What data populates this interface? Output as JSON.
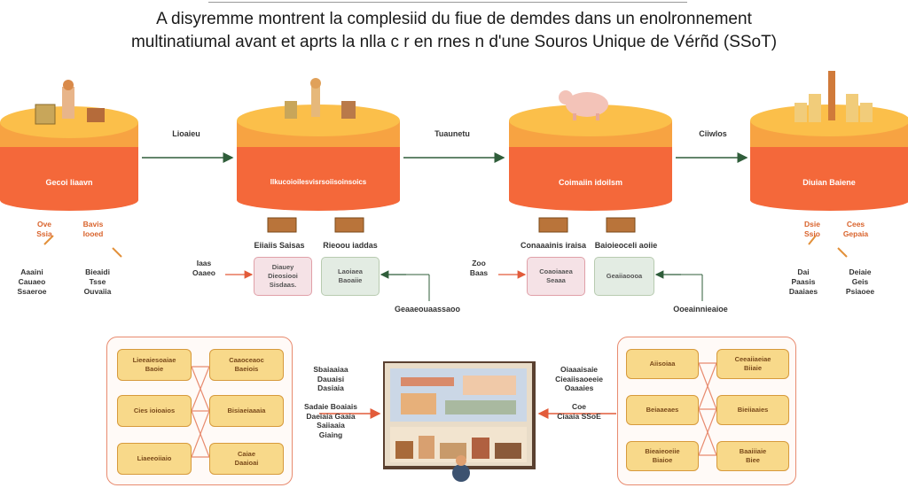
{
  "title": {
    "line1": "A disyremme montrent la complesiid du fiue de demdes dans un enolronnement",
    "line2": "multinatiumal avant et aprts la  nlla  c r en rnes n   d'une Souros Unique de Vérñd (SSoT)"
  },
  "colors": {
    "cylinder_top": "#fbbf4a",
    "cylinder_body": "#f4683a",
    "arrow": "#2f5d3a",
    "panel_border": "#e88b6f",
    "box_fill": "#f8d98a"
  },
  "cylinders": [
    {
      "label": "Gecoi liaavn",
      "icon": "document-stack-icon"
    },
    {
      "label": "Ilkucoioilesvisrsoiisoinsoics",
      "icon": "statue-icon"
    },
    {
      "label": "Coimaiin idoilsm",
      "icon": "pig-icon"
    },
    {
      "label": "Diuian Baiene",
      "icon": "chess-pieces-icon"
    }
  ],
  "connectors": [
    {
      "label": "Lioaieu"
    },
    {
      "label": "Tuaunetu"
    },
    {
      "label": "Ciiwlos"
    }
  ],
  "sources": [
    {
      "label": "Eiiaiis Saisas"
    },
    {
      "label": "Rieoou iaddas"
    },
    {
      "label": "Conaaainis iraisa"
    },
    {
      "label": "Baioieoceli aoiie"
    }
  ],
  "groups": [
    {
      "side_label": "Iaas\nOaaeo",
      "boxes": [
        "Diauey\nDieosiooi\nSisdaas.",
        "Laoiaea\nBaoaiie"
      ],
      "footer": "Geaaeouaassaoo"
    },
    {
      "side_label": "Zoo\nBaas",
      "boxes": [
        "Coaoiaaea\nSeaaa",
        "Geaiiaoooa"
      ],
      "footer": "Ooeainnieaioe"
    }
  ],
  "left_notes": {
    "top_left": "Ove\nSsia",
    "top_right": "Bavis\nIooed",
    "bottom_left": "Aaaini\nCauaeo\nSsaeroe",
    "bottom_right": "Bieaidi\nTsse\nOuvaiia"
  },
  "right_notes": {
    "top_left": "Dsie\nSsio",
    "top_right": "Cees\nGepaia",
    "bottom_left": "Dai\nPaasis\nDaaiaes",
    "bottom_right": "Deiaie\nGeis\nPsiaoee"
  },
  "bottom_left_panel": {
    "boxes": [
      "Lieeaiesoaiae\nBaoie",
      "Caaoceaoc\nBaeiois",
      "Cies ioioaios",
      "Bisiaeiaaaia",
      "Liaeeoiiaio",
      "Caiae\nDaaioai"
    ]
  },
  "bottom_right_panel": {
    "boxes": [
      "Aiisoiaa",
      "Ceeaiiaeiae\nBiiaie",
      "Beiaaeaes",
      "Bieiiaaies",
      "Bieaieoeiie\nBiaioe",
      "Baaiiiaie\nBiee"
    ]
  },
  "middle_left_text": "Sbaiaaiaa\nDauaisi\nDasiaia\n\nSadaie Boaiais\nDaeiaia Gaaia\nSaiiaaia\nGiaing",
  "middle_right_text": "Oiaaaisaie\nCieaiisaoeeie\nOaaaies\n\nCoe\nCiaaia SSoE"
}
